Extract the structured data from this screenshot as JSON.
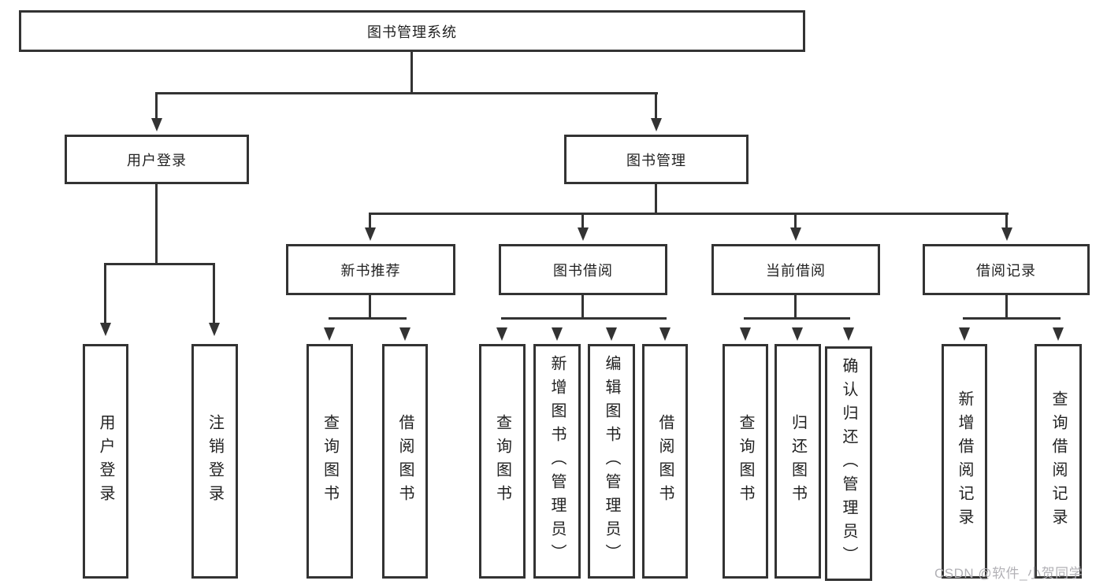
{
  "tree": {
    "label": "图书管理系统",
    "children": [
      {
        "label": "用户登录",
        "children": [
          {
            "label": "用户登录"
          },
          {
            "label": "注销登录"
          }
        ]
      },
      {
        "label": "图书管理",
        "children": [
          {
            "label": "新书推荐",
            "children": [
              {
                "label": "查询图书"
              },
              {
                "label": "借阅图书"
              }
            ]
          },
          {
            "label": "图书借阅",
            "children": [
              {
                "label": "查询图书"
              },
              {
                "label": "新增图书（管理员）"
              },
              {
                "label": "编辑图书（管理员）"
              },
              {
                "label": "借阅图书"
              }
            ]
          },
          {
            "label": "当前借阅",
            "children": [
              {
                "label": "查询图书"
              },
              {
                "label": "归还图书"
              },
              {
                "label": "确认归还（管理员）"
              }
            ]
          },
          {
            "label": "借阅记录",
            "children": [
              {
                "label": "新增借阅记录"
              },
              {
                "label": "查询借阅记录"
              }
            ]
          }
        ]
      }
    ]
  },
  "watermark": {
    "text": "CSDN @软件_小贺同学"
  },
  "colors": {
    "line": "#333333",
    "text": "#222222",
    "watermark": "#b2b1b6",
    "background": "#ffffff"
  }
}
